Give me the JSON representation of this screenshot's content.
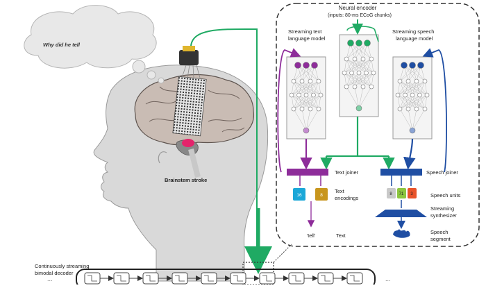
{
  "thought": {
    "text": "Why did he tell"
  },
  "labels": {
    "brainstem": "Brainstem stroke",
    "decoder": [
      "Continuously streaming",
      "bimodal decoder"
    ],
    "ellipsis_left": "...",
    "ellipsis_right": "..."
  },
  "encoder": {
    "title": "Neural encoder",
    "subtitle": "(inputs: 80-ms ECoG chunks)"
  },
  "text_lm": {
    "title": [
      "Streaming text",
      "language model"
    ]
  },
  "speech_lm": {
    "title": [
      "Streaming speech",
      "language model"
    ]
  },
  "text_joiner": "Text joiner",
  "speech_joiner": "Speech joiner",
  "text_encodings": {
    "label": [
      "Text",
      "encodings"
    ],
    "tokens": [
      "16",
      "8"
    ]
  },
  "speech_units": {
    "label": "Speech units",
    "tokens": [
      "8",
      "71",
      "3"
    ]
  },
  "synth": [
    "Streaming",
    "synthesizer"
  ],
  "segment": [
    "Speech",
    "segment"
  ],
  "output_word": "‘tell’",
  "output_label": "Text",
  "colors": {
    "purple": "#8e2d9a",
    "green": "#1faa63",
    "blue": "#1f4ea3",
    "tok_cyan": "#1ba7d8",
    "tok_gold": "#c8961e",
    "tok_gray": "#c9c9c9",
    "tok_green": "#8cc63f",
    "tok_red": "#e8532a"
  }
}
